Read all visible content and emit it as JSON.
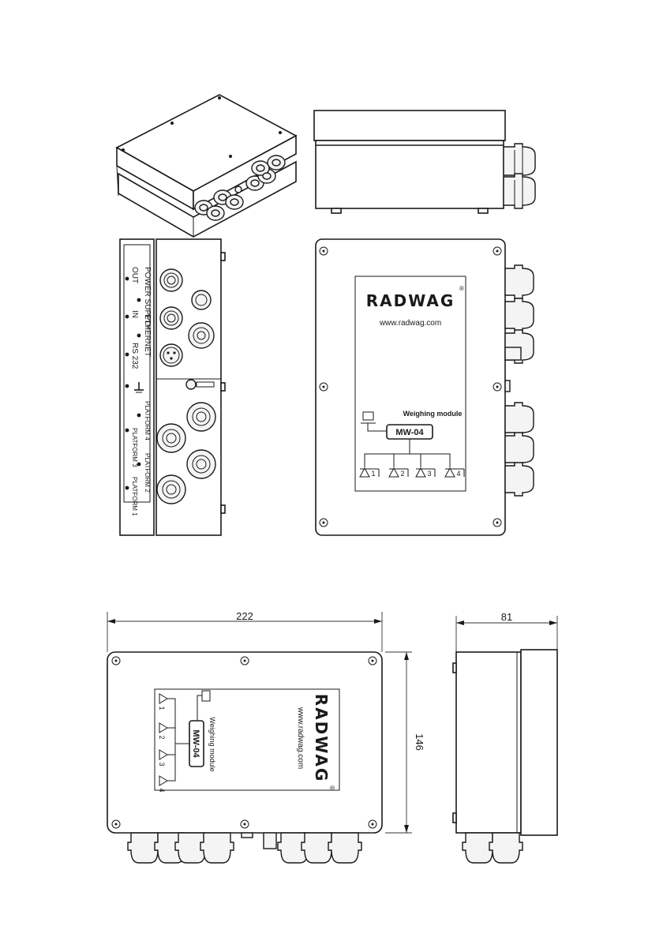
{
  "panel_labels": {
    "out": "OUT",
    "power_supply": "POWER SUPPLY",
    "in": "IN",
    "ethernet": "ETHERNET",
    "rs232": "RS 232",
    "platform4": "PLATFORM 4",
    "platform3": "PLATFORM 3",
    "platform2": "PLATFORM 2",
    "platform1": "PLATFORM 1"
  },
  "label_plate": {
    "brand": "RADWAG",
    "registered": "®",
    "website": "www.radwag.com",
    "module_title": "Weighing module",
    "module_name": "MW-04",
    "platforms": [
      "1",
      "2",
      "3",
      "4"
    ]
  },
  "dimensions": {
    "width": "222",
    "height": "146",
    "depth": "81"
  }
}
